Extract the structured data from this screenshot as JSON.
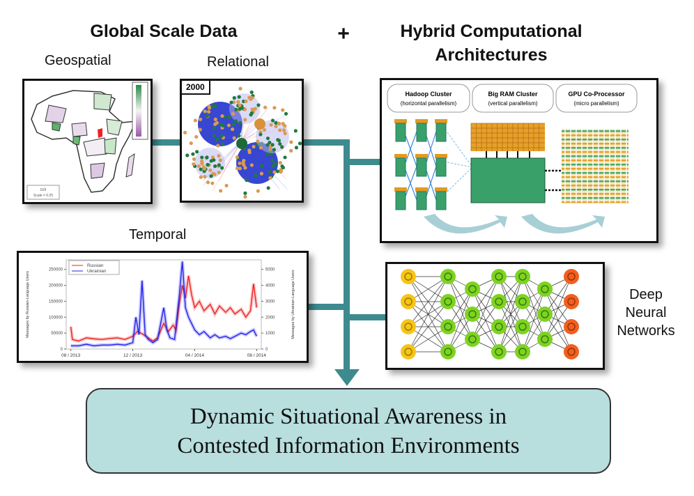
{
  "headings": {
    "global_scale_data": "Global Scale Data",
    "plus": "+",
    "hybrid_line1": "Hybrid Computational",
    "hybrid_line2": "Architectures"
  },
  "labels": {
    "geospatial": "Geospatial",
    "relational": "Relational",
    "temporal": "Temporal",
    "dnn_line1": "Deep",
    "dnn_line2": "Neural",
    "dnn_line3": "Networks"
  },
  "relational": {
    "year_badge": "2000"
  },
  "map": {
    "legend_caption_line1": "GDI",
    "legend_caption_line2": "Scale = 0.25"
  },
  "hardware": {
    "columns": [
      {
        "title": "Hadoop Cluster",
        "subtitle": "(horizontal parallelism)"
      },
      {
        "title": "Big RAM Cluster",
        "subtitle": "(vertical parallelism)"
      },
      {
        "title": "GPU Co-Processor",
        "subtitle": "(micro parallelism)"
      }
    ]
  },
  "outcome": {
    "line1": "Dynamic Situational Awareness in",
    "line2": "Contested Information Environments"
  },
  "colors": {
    "connector": "#3d8b8f",
    "outcome_fill": "#b8dede",
    "green": "#3aa06a",
    "orange": "#e0a030",
    "russian": "#ee2222",
    "ukrainian": "#2222ee"
  },
  "chart_data": {
    "type": "line",
    "xlabel": "",
    "ylabel": "Messages by Russian-Language Users",
    "ylabel_right": "Messages by Ukrainian-Language Users",
    "x_tick_labels": [
      "08 / 2013",
      "12 / 2013",
      "04 / 2014",
      "08 / 2014"
    ],
    "x_tick_positions": [
      0,
      4,
      8,
      12
    ],
    "y_ticks_left": [
      0,
      50000,
      100000,
      150000,
      200000,
      250000
    ],
    "y_ticks_right": [
      0,
      1000,
      2000,
      3000,
      4000,
      5000
    ],
    "ylim_left": [
      0,
      280000
    ],
    "ylim_right": [
      0,
      5600
    ],
    "xlim": [
      -0.3,
      12.3
    ],
    "legend": [
      "Russian",
      "Ukrainian"
    ],
    "legend_position": "top-left",
    "series": [
      {
        "name": "Russian",
        "axis": "left",
        "x": [
          0,
          0.1,
          0.5,
          1,
          1.5,
          2,
          2.5,
          3,
          3.5,
          4,
          4.3,
          4.6,
          5,
          5.3,
          5.6,
          6,
          6.3,
          6.6,
          6.8,
          7,
          7.2,
          7.4,
          7.6,
          7.8,
          8,
          8.3,
          8.6,
          9,
          9.3,
          9.6,
          10,
          10.3,
          10.6,
          11,
          11.3,
          11.6,
          11.8,
          12
        ],
        "y": [
          70000,
          30000,
          25000,
          35000,
          32000,
          30000,
          33000,
          35000,
          30000,
          40000,
          55000,
          48000,
          35000,
          25000,
          35000,
          80000,
          55000,
          75000,
          60000,
          140000,
          200000,
          160000,
          230000,
          170000,
          130000,
          150000,
          120000,
          140000,
          110000,
          135000,
          115000,
          130000,
          110000,
          125000,
          100000,
          120000,
          205000,
          130000
        ]
      },
      {
        "name": "Ukrainian",
        "axis": "right",
        "x": [
          0,
          0.5,
          1,
          1.5,
          2,
          2.5,
          3,
          3.5,
          4,
          4.2,
          4.4,
          4.6,
          4.8,
          5,
          5.3,
          5.6,
          6,
          6.2,
          6.4,
          6.7,
          7,
          7.2,
          7.4,
          7.6,
          7.8,
          8,
          8.3,
          8.6,
          9,
          9.3,
          9.6,
          10,
          10.3,
          10.6,
          11,
          11.3,
          11.6,
          11.8,
          12
        ],
        "y": [
          200,
          200,
          300,
          200,
          250,
          250,
          300,
          250,
          400,
          2000,
          900,
          4300,
          900,
          600,
          400,
          600,
          2600,
          1200,
          700,
          600,
          3300,
          5500,
          2600,
          2000,
          1600,
          1200,
          900,
          1100,
          700,
          900,
          700,
          800,
          650,
          800,
          1000,
          900,
          1100,
          1200,
          800
        ]
      }
    ]
  }
}
